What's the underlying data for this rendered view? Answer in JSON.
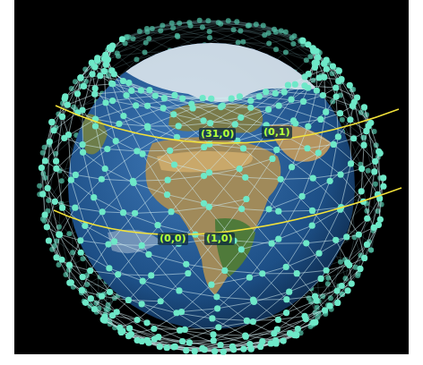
{
  "diagram": {
    "labels": [
      "(31,0)",
      "(0,1)",
      "(0,0)",
      "(1,0)"
    ]
  }
}
